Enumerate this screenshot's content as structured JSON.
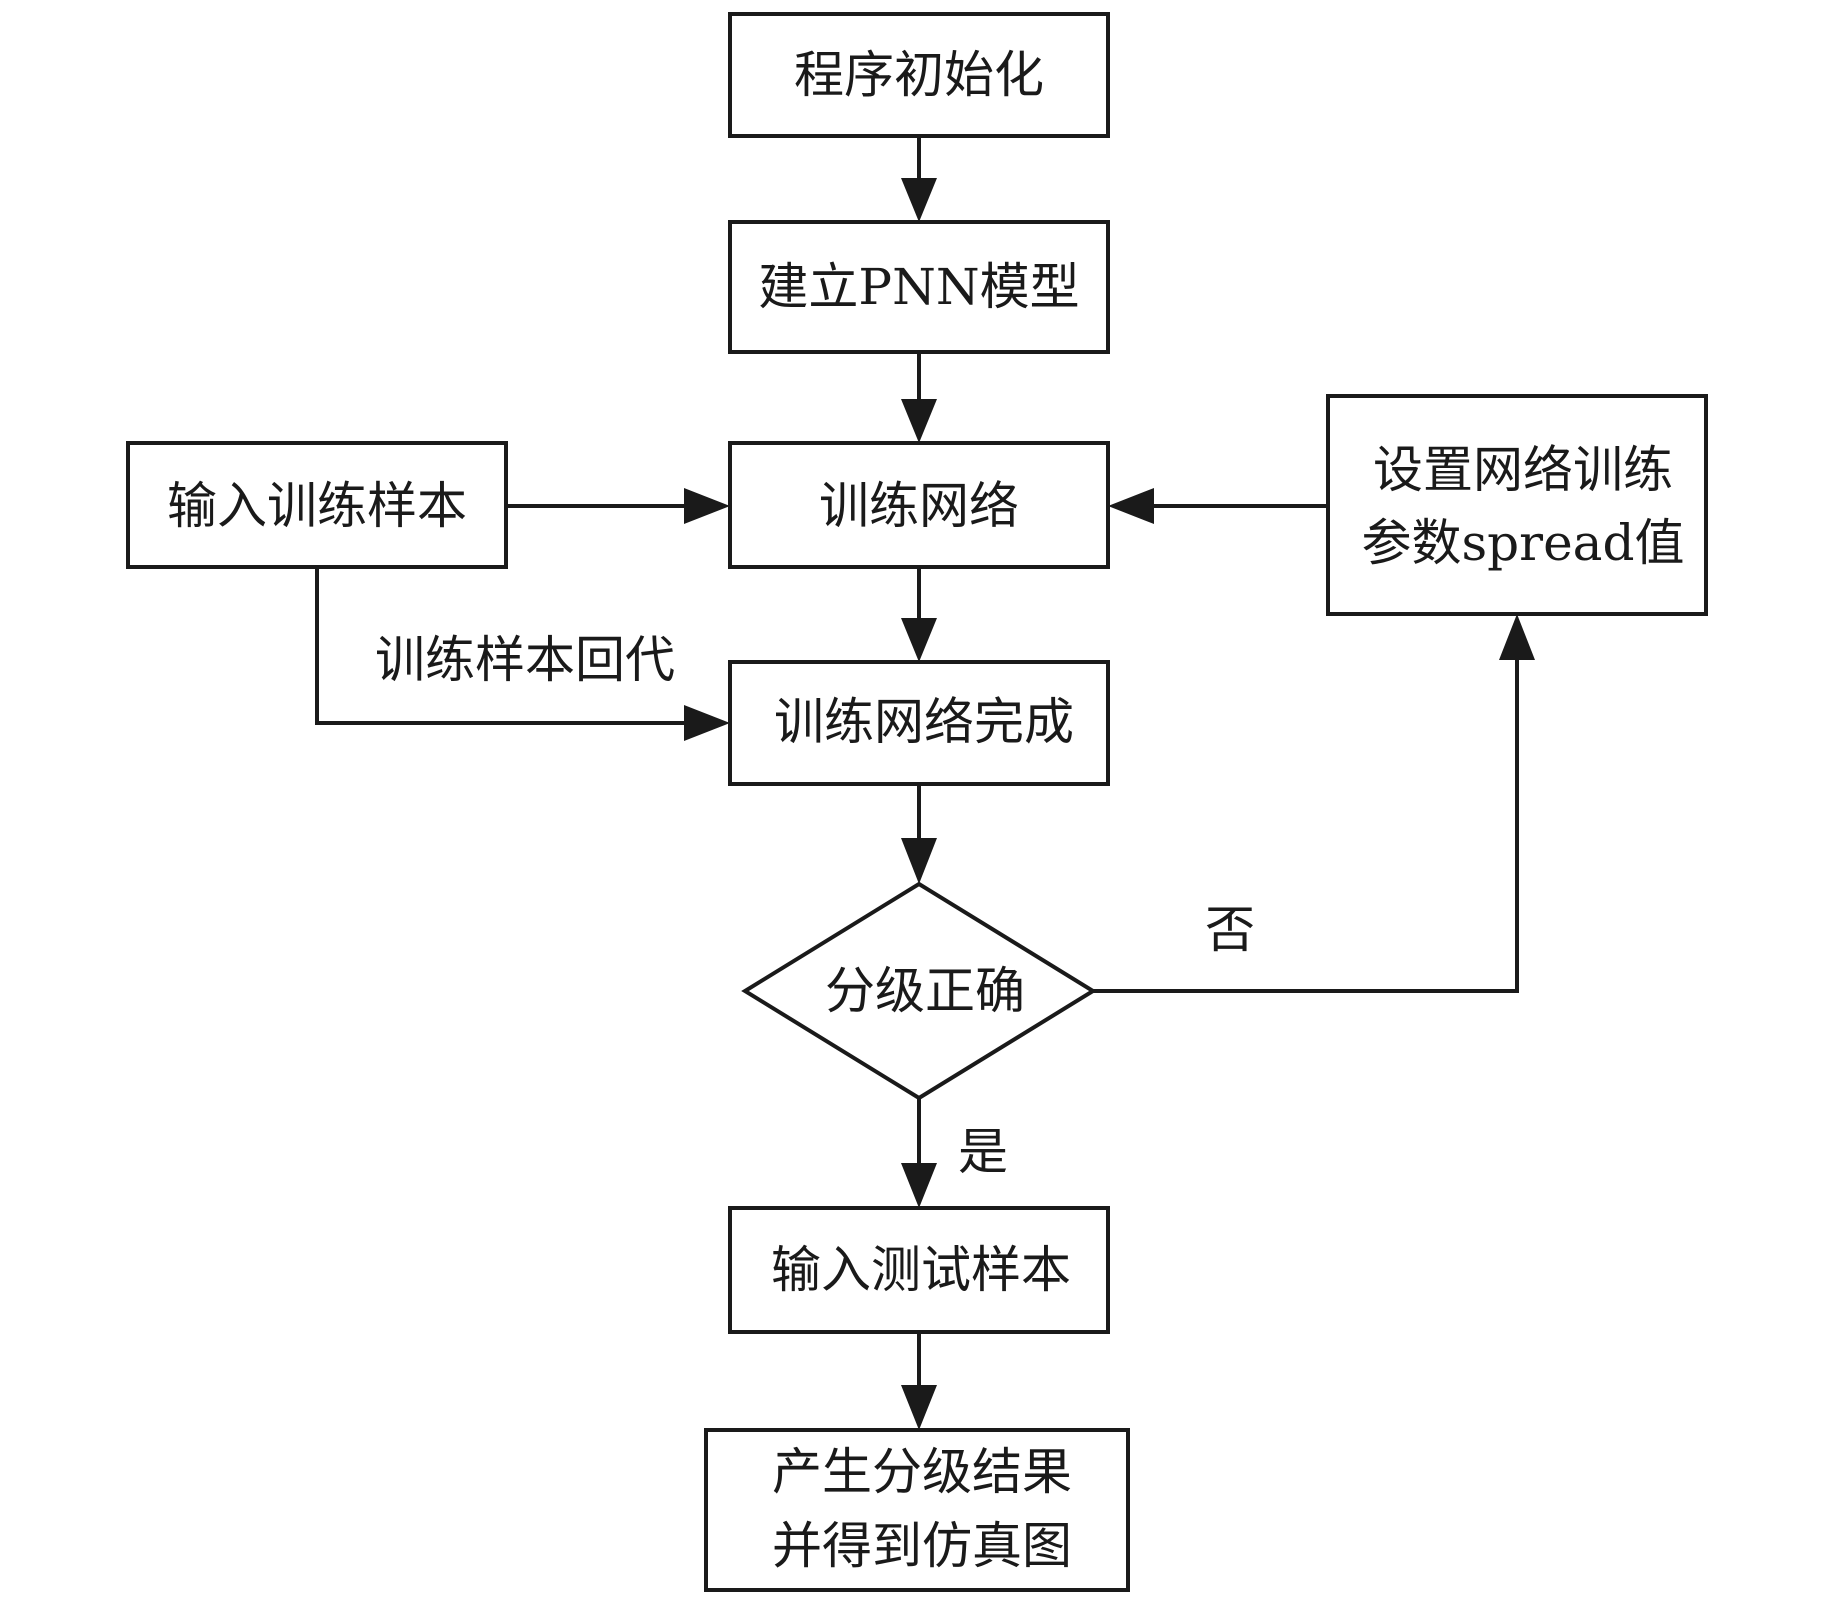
{
  "nodes": {
    "init": "程序初始化",
    "build_model": "建立PNN模型",
    "input_train": "输入训练样本",
    "train_net": "训练网络",
    "set_params_line1": "设置网络训练",
    "set_params_line2": "参数spread值",
    "train_done": "训练网络完成",
    "decision": "分级正确",
    "input_test": "输入测试样本",
    "result_line1": "产生分级结果",
    "result_line2": "并得到仿真图"
  },
  "edges": {
    "feedback_label": "训练样本回代",
    "no_label": "否",
    "yes_label": "是"
  },
  "colors": {
    "stroke": "#1a1a1a",
    "background": "#ffffff"
  }
}
